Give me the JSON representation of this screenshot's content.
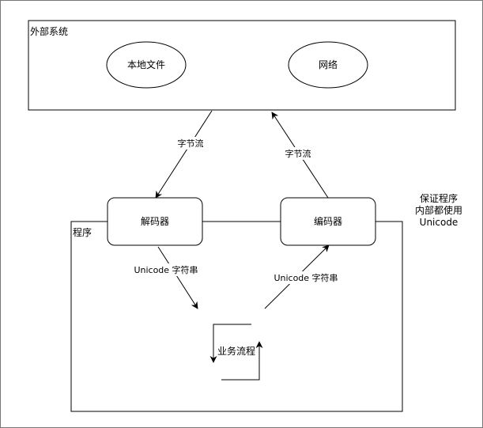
{
  "external_system": {
    "label": "外部系统",
    "local_file": "本地文件",
    "network": "网络"
  },
  "flows": {
    "to_decoder": "字节流",
    "from_encoder": "字节流",
    "decoded": "Unicode 字符串",
    "to_encode": "Unicode 字符串"
  },
  "program": {
    "label": "程序",
    "decoder": "解码器",
    "encoder": "编码器",
    "business": "业务流程"
  },
  "note": {
    "line1": "保证程序",
    "line2": "内部都使用",
    "line3": "Unicode"
  },
  "colors": {
    "stroke": "#000000",
    "fill": "#ffffff",
    "frame": "#777777"
  }
}
